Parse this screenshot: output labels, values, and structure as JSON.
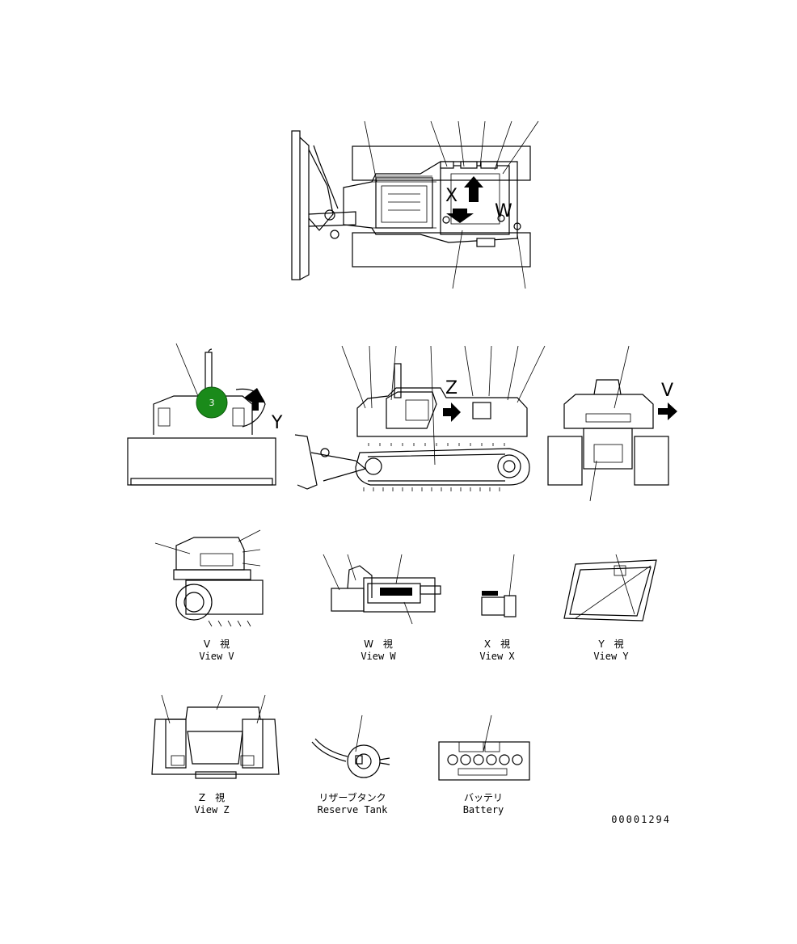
{
  "views": {
    "v": {
      "jp": "V　視",
      "en": "View V"
    },
    "w": {
      "jp": "W　視",
      "en": "View W"
    },
    "x": {
      "jp": "X　視",
      "en": "View X"
    },
    "y": {
      "jp": "Y　視",
      "en": "View Y"
    },
    "z": {
      "jp": "Z　視",
      "en": "View Z"
    },
    "reserve_tank": {
      "jp": "リザーブタンク",
      "en": "Reserve Tank"
    },
    "battery": {
      "jp": "バッテリ",
      "en": "Battery"
    }
  },
  "view_letters": {
    "top_x": "X",
    "top_w": "W",
    "side_z": "Z",
    "front_y": "Y",
    "rear_v": "V"
  },
  "drawing_number": "00001294",
  "marker": {
    "label": "3",
    "color": "#1a8a1a"
  }
}
